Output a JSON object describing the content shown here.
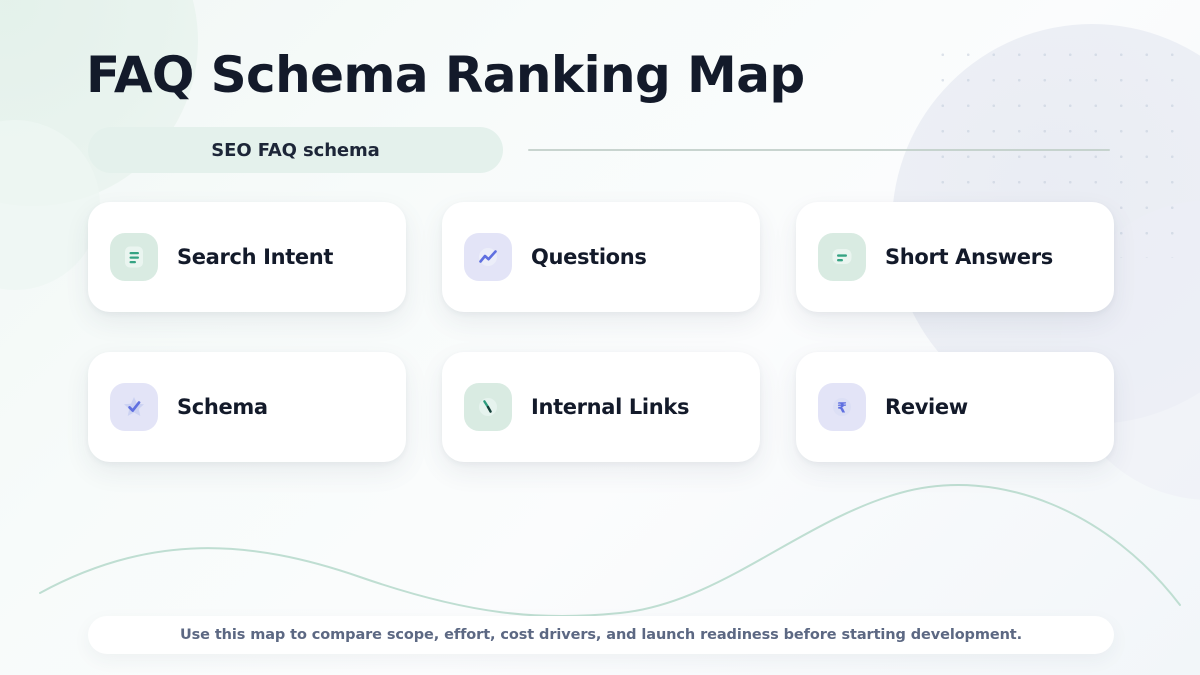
{
  "header": {
    "title": "FAQ Schema Ranking Map",
    "badge_label": "SEO FAQ schema"
  },
  "cards": [
    {
      "label": "Search Intent",
      "icon": "document-lines-icon",
      "tile": "mint"
    },
    {
      "label": "Questions",
      "icon": "trending-up-icon",
      "tile": "lav"
    },
    {
      "label": "Short Answers",
      "icon": "text-lines-icon",
      "tile": "mint"
    },
    {
      "label": "Schema",
      "icon": "star-check-icon",
      "tile": "lav"
    },
    {
      "label": "Internal Links",
      "icon": "clock-icon",
      "tile": "mint"
    },
    {
      "label": "Review",
      "icon": "rupee-icon",
      "tile": "lav"
    }
  ],
  "footer": {
    "note": "Use this map to compare scope, effort, cost drivers, and launch readiness before starting development."
  },
  "colors": {
    "title": "#131a2a",
    "badge_bg": "#e4f1ec",
    "mint_tile": "#d9ebe2",
    "mint_accent": "#35a383",
    "lav_tile": "#e3e4f7",
    "lav_accent": "#6070e0",
    "footer_text": "#5c6883",
    "card_bg": "#ffffff",
    "wave": "#bfded2"
  }
}
